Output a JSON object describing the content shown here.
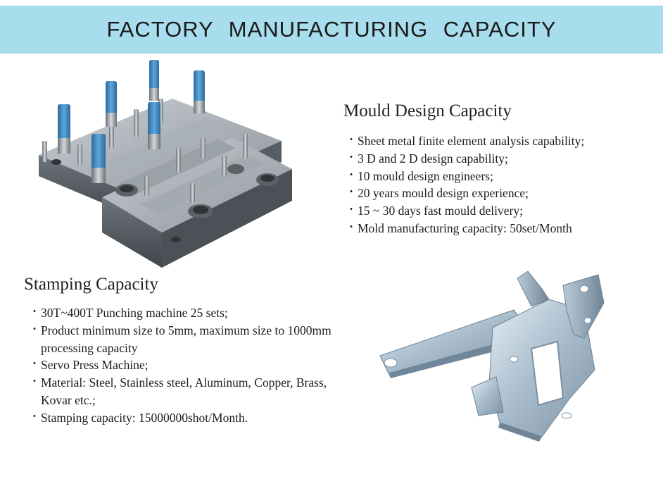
{
  "banner": {
    "title": "FACTORY MANUFACTURING CAPACITY"
  },
  "mould": {
    "title": "Mould Design Capacity",
    "items": [
      "Sheet metal finite element analysis capability;",
      "3 D and 2 D design capability;",
      "10 mould design engineers;",
      "20 years mould design experience;",
      "15 ~ 30 days fast mould delivery;",
      "Mold manufacturing capacity: 50set/Month"
    ]
  },
  "stamping": {
    "title": "Stamping Capacity",
    "items": [
      "30T~400T Punching machine 25 sets;",
      "Product minimum size to 5mm, maximum size to 1000mm processing capacity",
      "Servo Press Machine;",
      "Material: Steel, Stainless steel, Aluminum, Copper, Brass, Kovar etc.;",
      "Stamping capacity: 15000000shot/Month."
    ]
  },
  "bullet_glyph": "・",
  "colors": {
    "banner": "#a7dded",
    "pillar": "#3b7fb6",
    "metal": "#8b9299"
  },
  "icons": {
    "die_image": "progressive-stamping-die-image",
    "part_image": "stamped-metal-bracket-image"
  }
}
